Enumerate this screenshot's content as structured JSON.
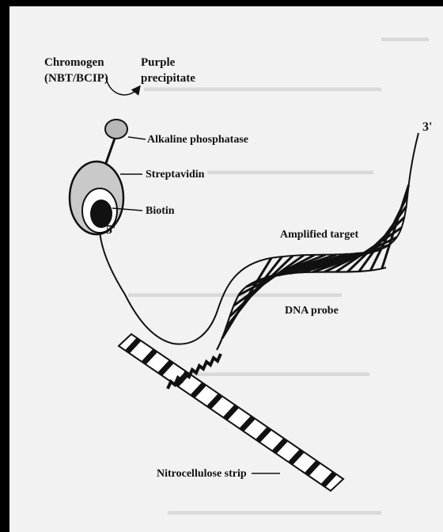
{
  "labels": {
    "chromogen": "Chromogen",
    "chromogen_sub": "(NBT/BCIP)",
    "purple": "Purple",
    "precipitate": "precipitate",
    "alkaline_phosphatase": "Alkaline phosphatase",
    "streptavidin": "Streptavidin",
    "biotin": "Biotin",
    "five_prime": "5'",
    "three_prime": "3'",
    "amplified_target": "Amplified target",
    "dna_probe": "DNA probe",
    "nitrocellulose_strip": "Nitrocellulose strip"
  },
  "colors": {
    "background": "#000000",
    "paper": "#f2f2f2",
    "ink": "#111111",
    "streptavidin_fill": "#c9c9c9",
    "phosphatase_fill": "#b8b8b8",
    "biotin_fill": "#111111"
  }
}
